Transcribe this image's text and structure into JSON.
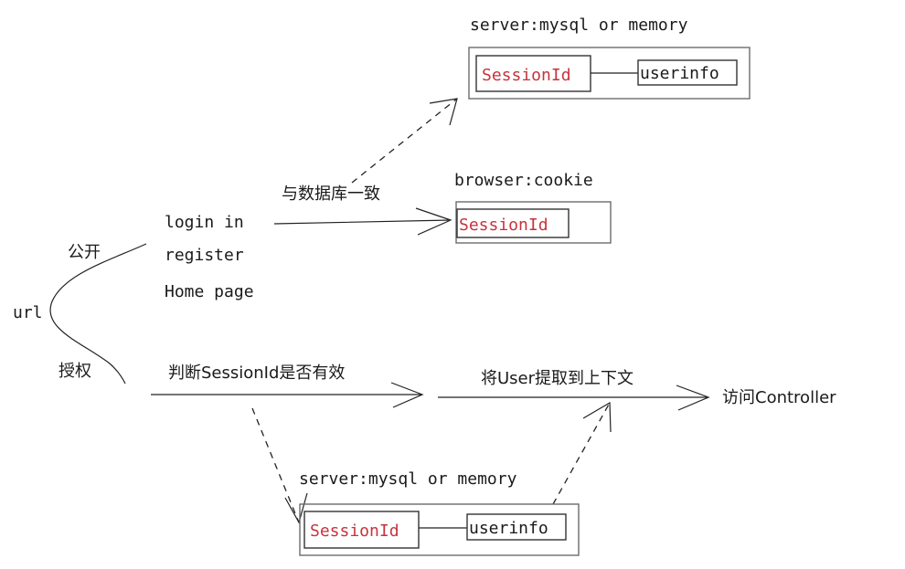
{
  "labels": {
    "url": "url",
    "public": "公开",
    "auth": "授权",
    "login": "login in",
    "register": "register",
    "home": "Home page",
    "consistent_with_db": "与数据库一致",
    "check_session": "判断SessionId是否有效",
    "put_user_context": "将User提取到上下文",
    "access_controller": "访问Controller"
  },
  "server_top": {
    "title": "server:mysql or memory",
    "session_id": "SessionId",
    "userinfo": "userinfo"
  },
  "browser": {
    "title": "browser:cookie",
    "session_id": "SessionId"
  },
  "server_bottom": {
    "title": "server:mysql or memory",
    "session_id": "SessionId",
    "userinfo": "userinfo"
  },
  "colors": {
    "session_text": "#c8333d",
    "line": "#222222",
    "box": "#6b6b6b"
  }
}
